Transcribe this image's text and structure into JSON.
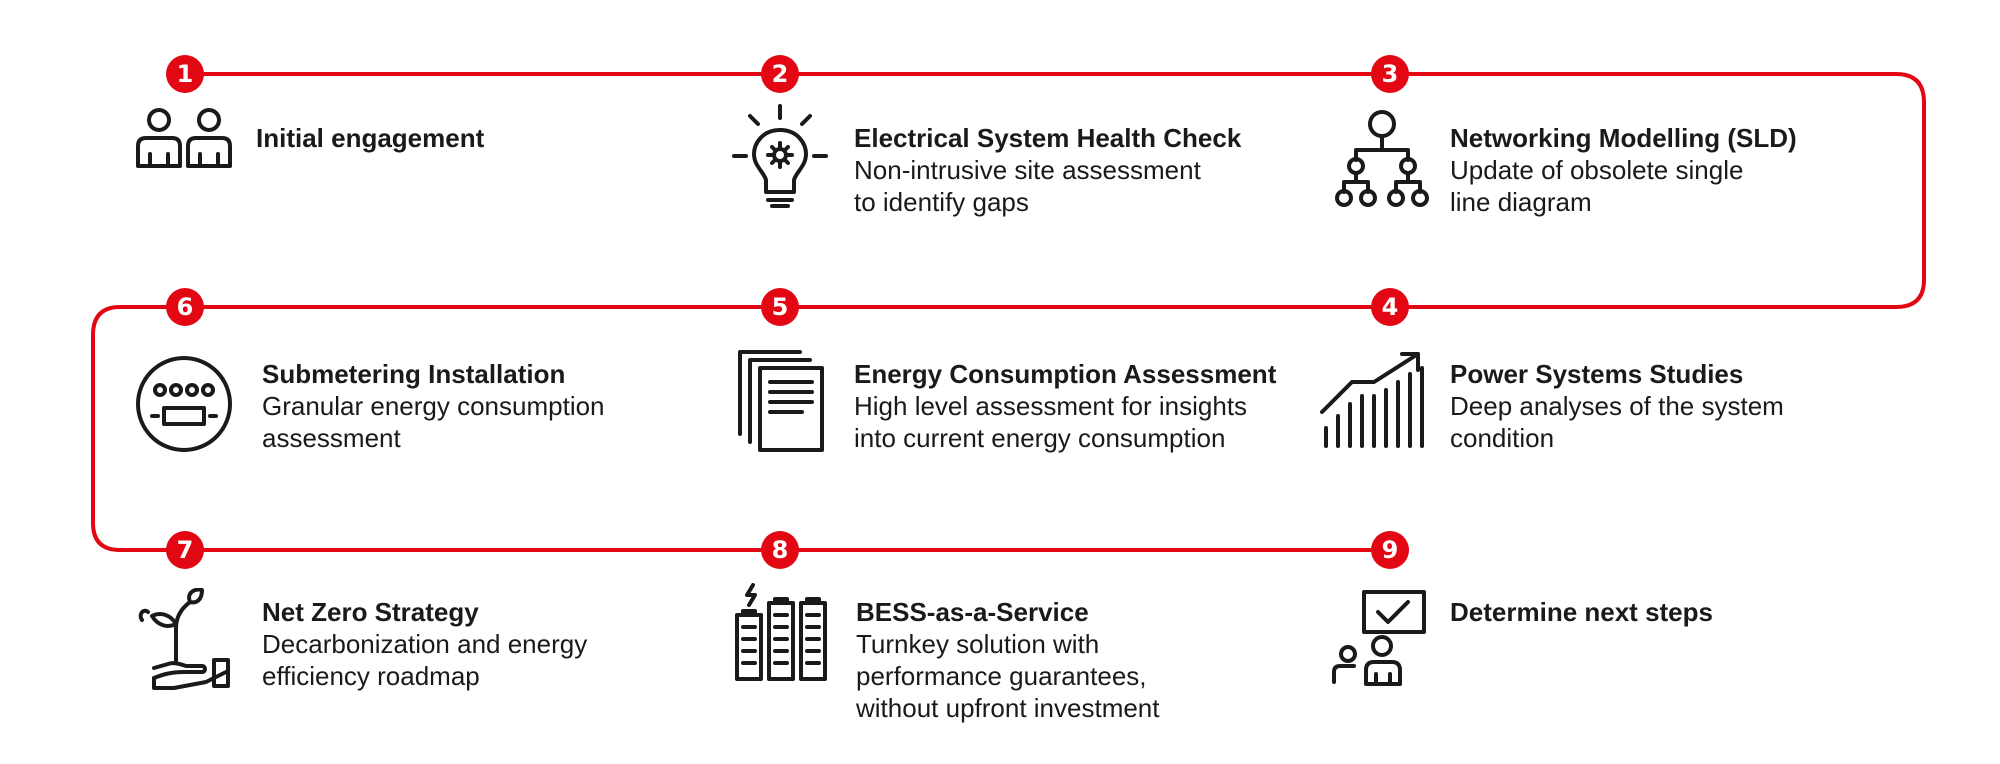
{
  "colors": {
    "accent": "#e30613",
    "ink": "#1a1a1a"
  },
  "steps": [
    {
      "number": "1",
      "icon": "people-icon",
      "title": "Initial engagement",
      "description": ""
    },
    {
      "number": "2",
      "icon": "lightbulb-gear-icon",
      "title": "Electrical System Health Check",
      "description": "Non-intrusive site assessment\nto identify gaps"
    },
    {
      "number": "3",
      "icon": "hierarchy-diagram-icon",
      "title": "Networking Modelling (SLD)",
      "description": "Update of obsolete single\nline diagram"
    },
    {
      "number": "4",
      "icon": "bar-chart-trend-icon",
      "title": "Power Systems Studies",
      "description": "Deep analyses of the system\ncondition"
    },
    {
      "number": "5",
      "icon": "documents-icon",
      "title": "Energy Consumption Assessment",
      "description": "High level assessment for insights\ninto current energy consumption"
    },
    {
      "number": "6",
      "icon": "meter-icon",
      "title": "Submetering Installation",
      "description": "Granular energy consumption\nassessment"
    },
    {
      "number": "7",
      "icon": "plant-hand-icon",
      "title": "Net Zero Strategy",
      "description": "Decarbonization and energy\nefficiency roadmap"
    },
    {
      "number": "8",
      "icon": "battery-storage-icon",
      "title": "BESS-as-a-Service",
      "description": "Turnkey solution with\nperformance guarantees,\nwithout upfront investment"
    },
    {
      "number": "9",
      "icon": "checklist-board-icon",
      "title": "Determine next steps",
      "description": ""
    }
  ]
}
